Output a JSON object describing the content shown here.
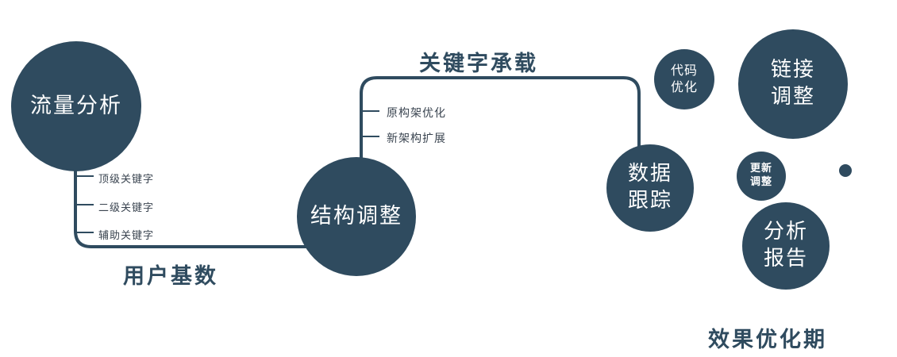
{
  "colors": {
    "primary": "#2f4b5f",
    "node_text": "#ffffff",
    "tick_text": "#3a4450",
    "background": "#ffffff"
  },
  "nodes": {
    "traffic": {
      "label": "流量分析"
    },
    "structure": {
      "label": "结构调整"
    },
    "tracking": {
      "line1": "数据",
      "line2": "跟踪"
    },
    "code": {
      "line1": "代码",
      "line2": "优化"
    },
    "link": {
      "line1": "链接",
      "line2": "调整"
    },
    "update": {
      "line1": "更新",
      "line2": "调整"
    },
    "report": {
      "line1": "分析",
      "line2": "报告"
    }
  },
  "edges": {
    "user_base_label": "用户基数",
    "keyword_label": "关键字承载"
  },
  "ticks": {
    "traffic": [
      "顶级关键字",
      "二级关键字",
      "辅助关键字"
    ],
    "structure": [
      "原构架优化",
      "新架构扩展"
    ]
  },
  "footer": {
    "label": "效果优化期"
  }
}
